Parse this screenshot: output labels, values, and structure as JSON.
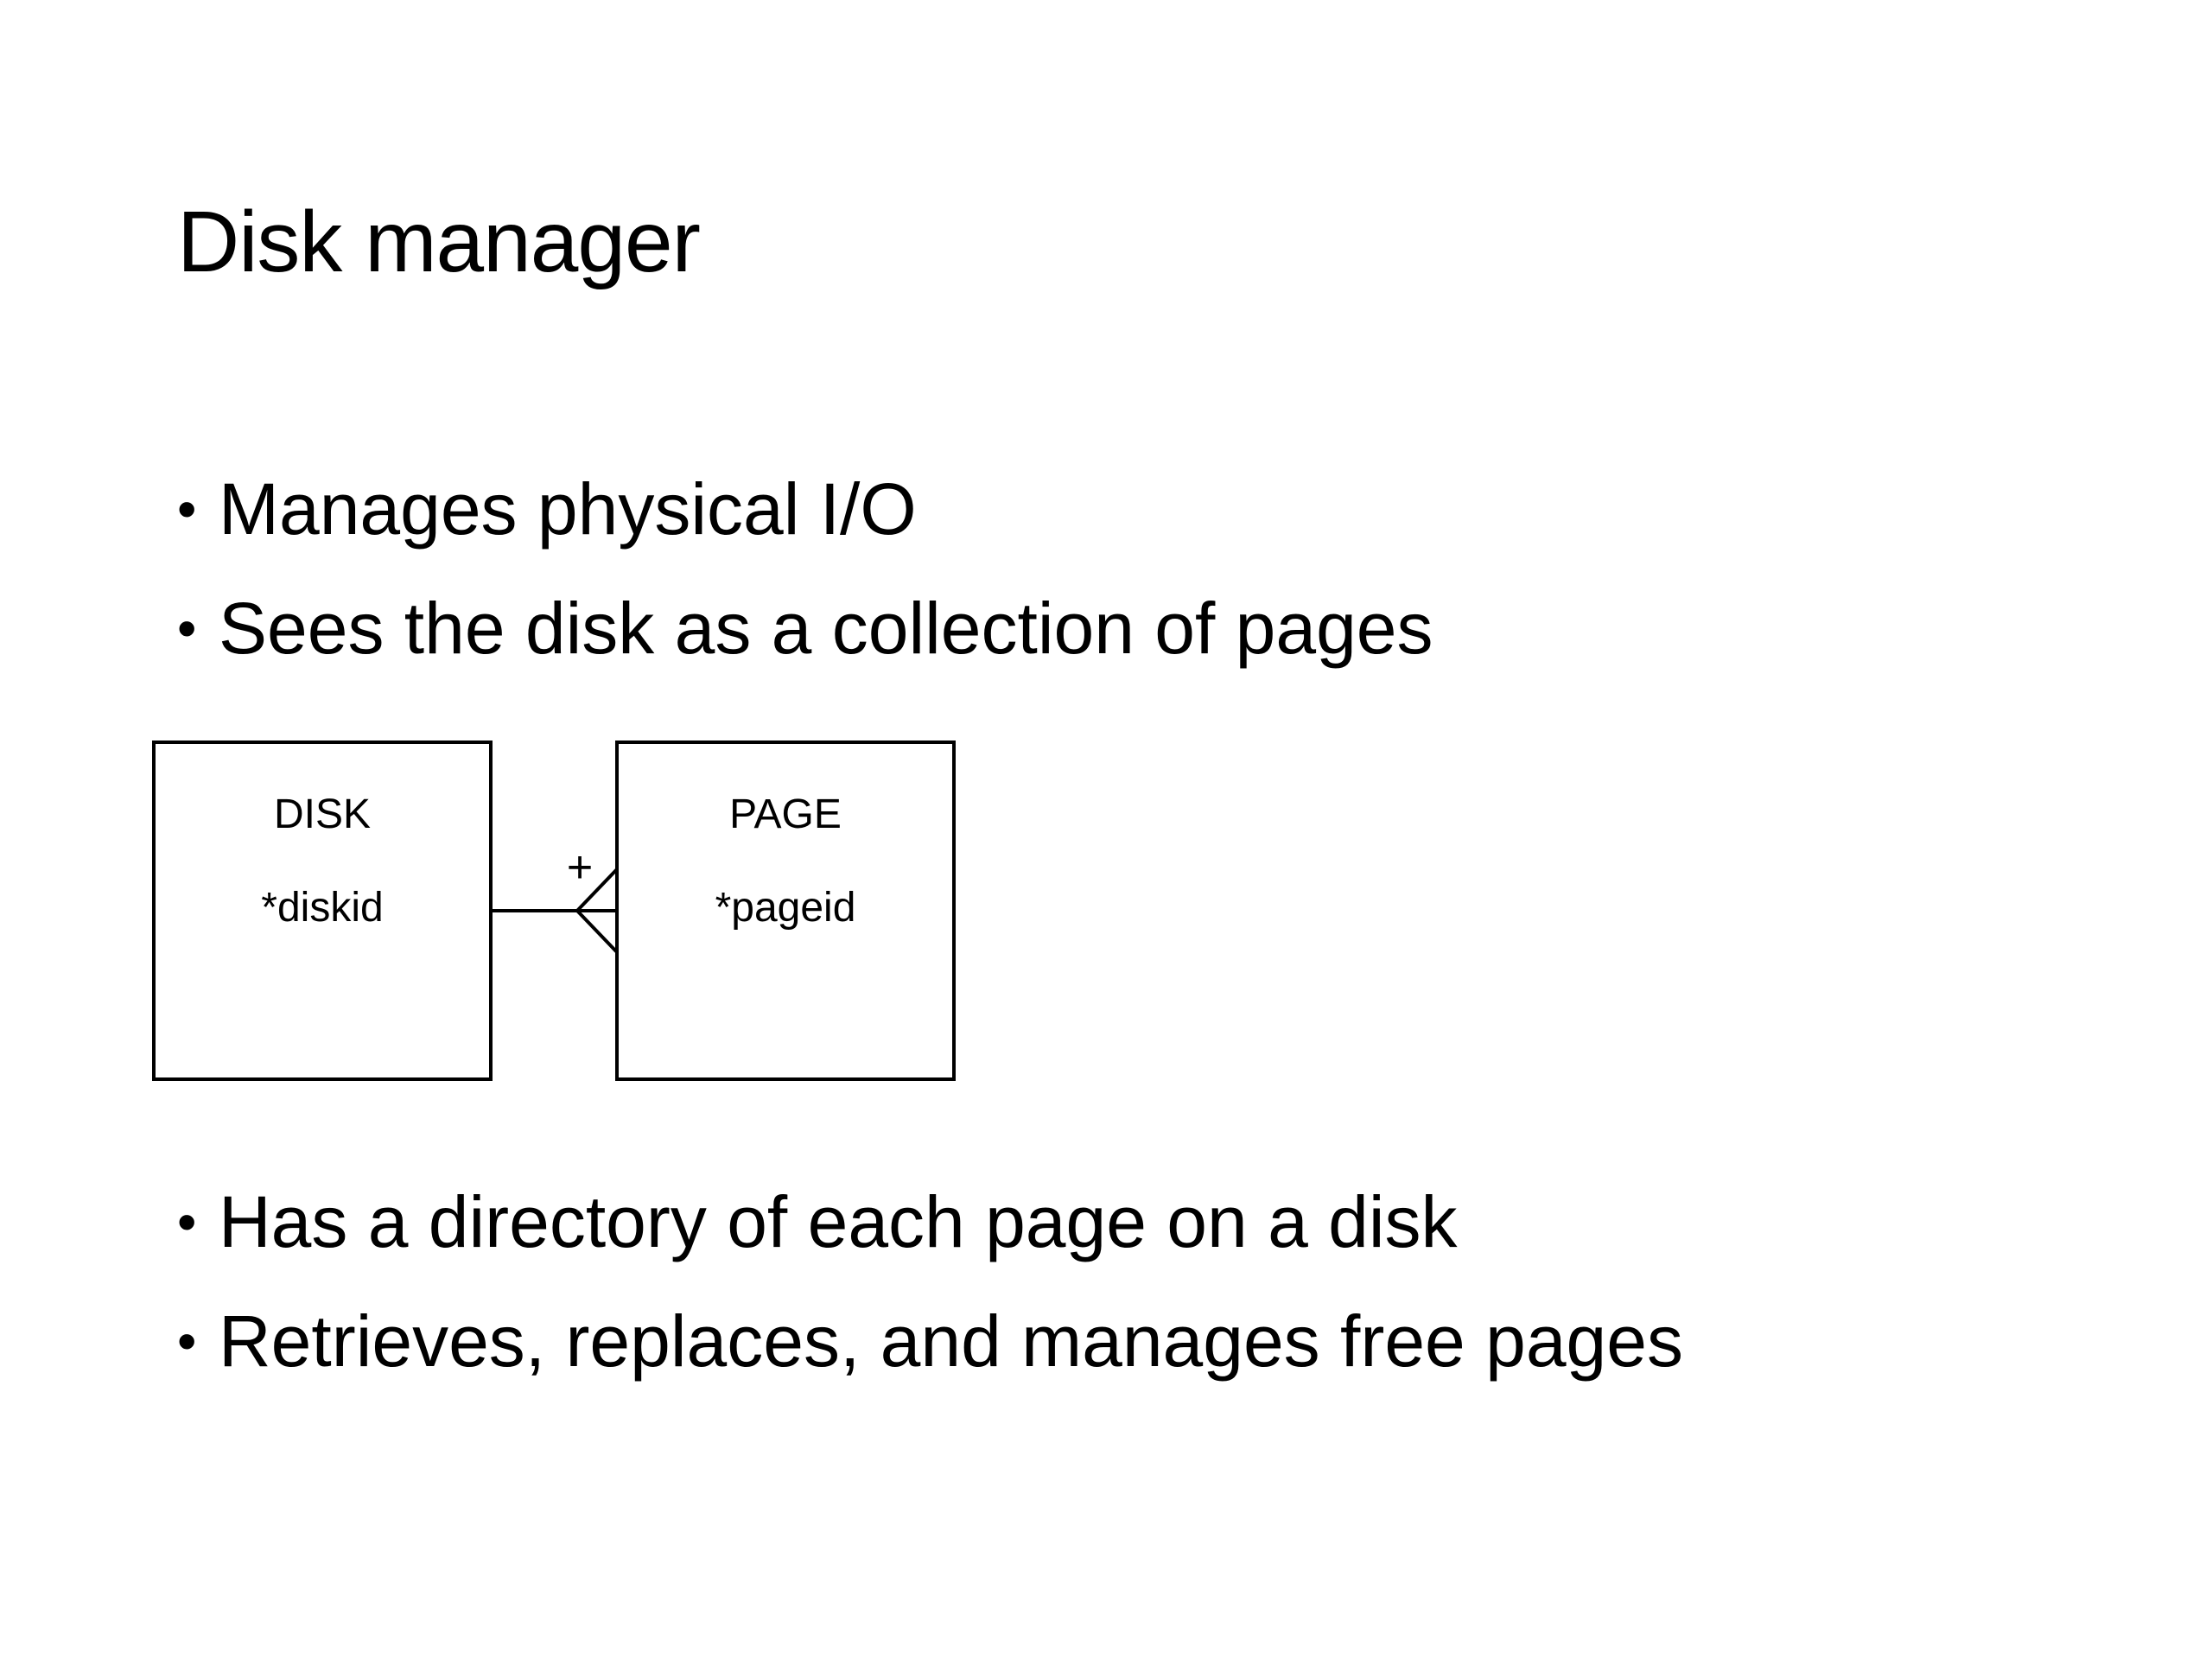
{
  "slide": {
    "title": "Disk manager"
  },
  "bullets_top": [
    "Manages physical I/O",
    "Sees the disk as a collection of pages"
  ],
  "diagram": {
    "entities": [
      {
        "name": "DISK",
        "attribute": "*diskid"
      },
      {
        "name": "PAGE",
        "attribute": "*pageid"
      }
    ],
    "relationship": {
      "from_marker": "one",
      "to_marker": "many",
      "marker_symbol": "+"
    }
  },
  "bullets_bottom": [
    "Has a directory of each page on a disk",
    "Retrieves, replaces, and manages free pages"
  ],
  "bullet_glyph": "•"
}
